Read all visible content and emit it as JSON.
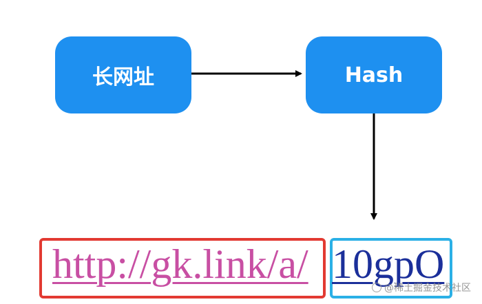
{
  "nodes": {
    "long_url": "长网址",
    "hash": "Hash"
  },
  "url": {
    "prefix": "http://gk.link/a/",
    "code": "10gpO"
  },
  "watermark": "@稀土掘金技术社区",
  "colors": {
    "node_fill": "#1e90f0",
    "prefix_box": "#e23a32",
    "code_box": "#2bb0e6",
    "prefix_text": "#c84fa3",
    "code_text": "#1b2f9a",
    "arrow": "#000000"
  }
}
